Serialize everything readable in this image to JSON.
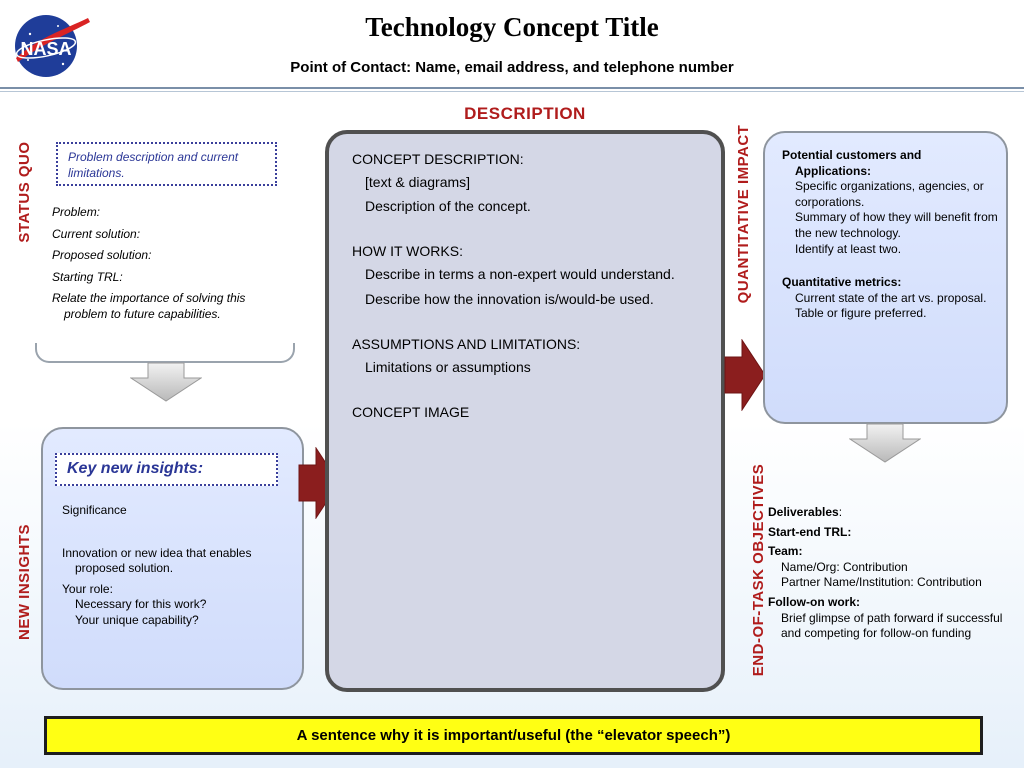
{
  "header": {
    "logo_text": "NASA",
    "title": "Technology Concept Title",
    "subtitle": "Point of Contact: Name, email address, and telephone number"
  },
  "labels": {
    "status_quo": "STATUS QUO",
    "new_insights": "NEW INSIGHTS",
    "description": "DESCRIPTION",
    "quantitative_impact": "QUANTITATIVE IMPACT",
    "end_of_task": "END-OF-TASK OBJECTIVES"
  },
  "status_quo": {
    "problem_box": "Problem description and current limitations.",
    "problem": "Problem:",
    "current_solution": "Current solution:",
    "proposed_solution": "Proposed solution:",
    "starting_trl": "Starting TRL:",
    "importance": "Relate the importance of solving this problem to future capabilities."
  },
  "insights": {
    "title": "Key new insights:",
    "significance": "Significance",
    "innovation": "Innovation or new idea that enables proposed solution.",
    "your_role": "Your role:",
    "necessary": "Necessary for this work?",
    "unique": "Your unique capability?"
  },
  "description": {
    "concept_heading": "CONCEPT DESCRIPTION:",
    "concept_item1": "[text & diagrams]",
    "concept_item2": "Description of the concept.",
    "how_heading": "HOW IT WORKS:",
    "how_item1": "Describe in terms a non-expert would understand.",
    "how_item2": "Describe how the innovation is/would-be used.",
    "assumptions_heading": "ASSUMPTIONS AND LIMITATIONS:",
    "assumptions_item1": "Limitations or assumptions",
    "image_heading": "CONCEPT IMAGE"
  },
  "impact": {
    "customers_heading": "Potential customers and Applications:",
    "customers_line1": "Specific organizations, agencies, or corporations.",
    "customers_line2": "Summary of how they will benefit from the new technology.",
    "customers_line3": "Identify at least two.",
    "metrics_heading": "Quantitative metrics:",
    "metrics_line1": "Current state of the art vs. proposal.",
    "metrics_line2": "Table or figure preferred."
  },
  "end_of_task": {
    "deliverables": "Deliverables",
    "deliverables_colon": ":",
    "start_end_trl": "Start-end TRL:",
    "team": "Team:",
    "team_line1": "Name/Org:  Contribution",
    "team_line2": "Partner Name/Institution: Contribution",
    "followon": "Follow-on work:",
    "followon_line1": "Brief glimpse of path forward if successful and competing for follow-on funding"
  },
  "elevator": "A sentence why it is important/useful (the “elevator speech”)",
  "colors": {
    "accent_red": "#b01c1c",
    "arrow_red": "#8b1e1e",
    "panel_blue": "#d8e2fc",
    "desc_gray": "#d4d7e6",
    "highlight_yellow": "#ffff14",
    "navy_text": "#2a3696"
  }
}
